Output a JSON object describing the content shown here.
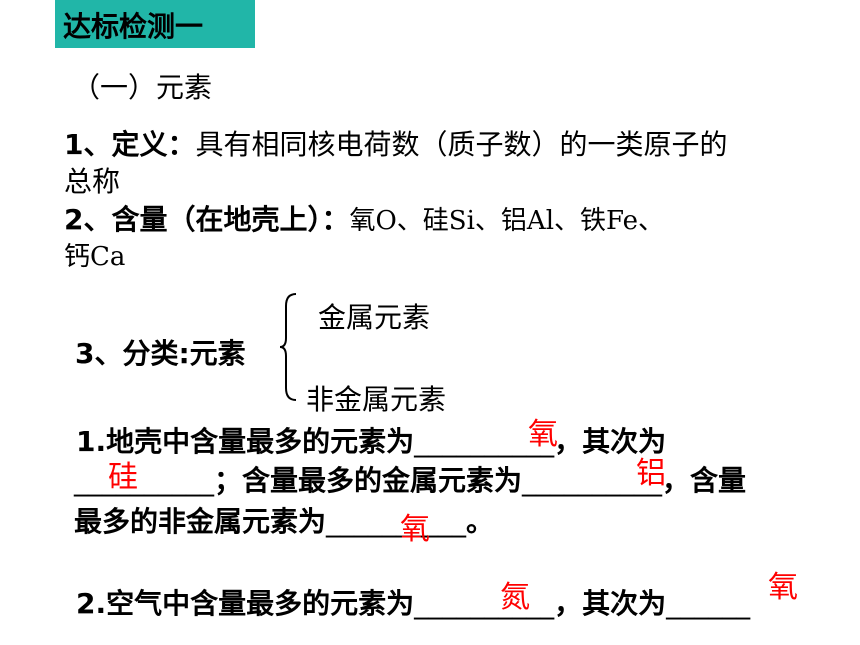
{
  "header": {
    "title": "达标检测一"
  },
  "section_heading": "（一）元素",
  "line1": {
    "label": "1、定义：",
    "text": "具有相同核电荷数（质子数）的一类原子的",
    "text_cont": "总称"
  },
  "line2": {
    "label": "2、含量（在地壳上）：",
    "text": "氧O、硅Si、铝Al、铁Fe、",
    "text_cont": "钙Ca"
  },
  "classification": {
    "label": "3、分类:元素",
    "item_metal": "金属元素",
    "item_nonmetal": "非金属元素"
  },
  "q1": {
    "row1_text": "1.地壳中含量最多的元素为",
    "row1_blank": "__________",
    "row1_after": "，其次为",
    "row2_blank1": "__________",
    "row2_mid": "；含量最多的金属元素为",
    "row2_blank2": "__________",
    "row2_after": "，含量",
    "row3_text": "最多的非金属元素为",
    "row3_blank": "__________",
    "row3_end": "。",
    "answers": {
      "a1": "氧",
      "a2": "硅",
      "a3": "铝",
      "a4": "氧"
    }
  },
  "q2": {
    "text": "2.空气中含量最多的元素为",
    "blank": "__________",
    "after": "，其次为",
    "blank2": "______",
    "answers": {
      "a1": "氮",
      "a2": "氧"
    }
  }
}
